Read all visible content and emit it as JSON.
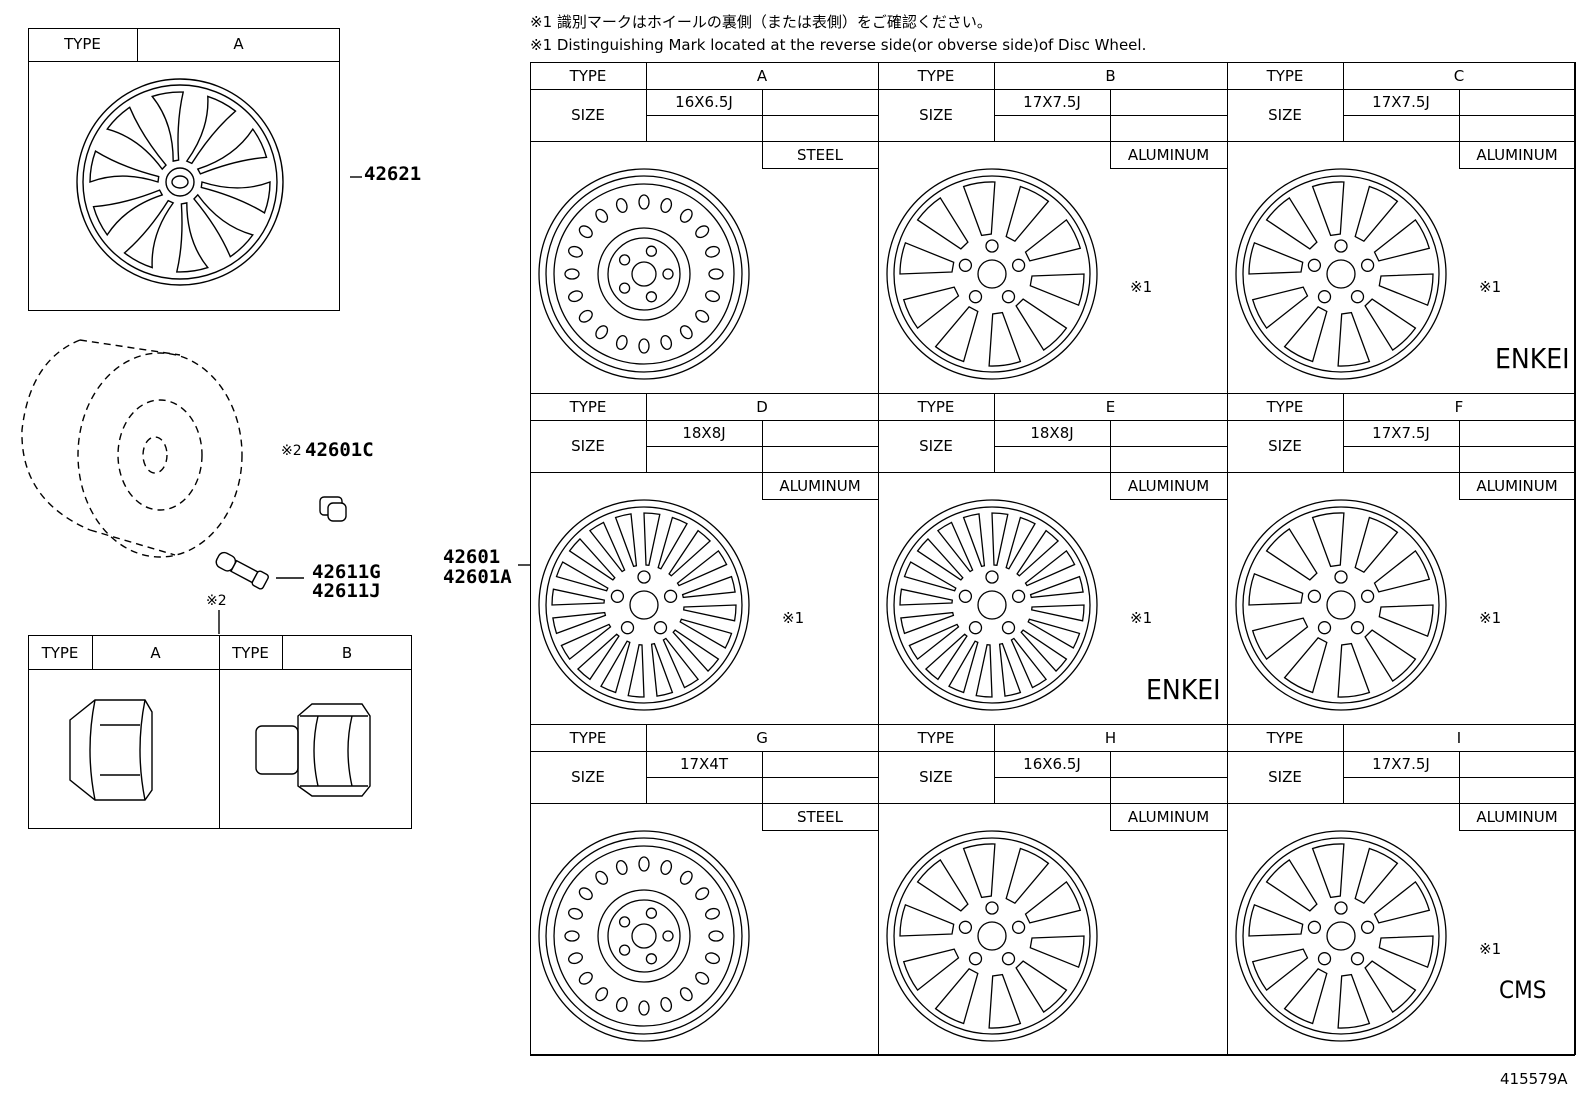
{
  "notes": {
    "note1_jp": "※1 識別マークはホイールの裏側（または表側）をご確認ください。",
    "note1_en": "※1 Distinguishing Mark located at the reverse side(or obverse side)of Disc Wheel."
  },
  "labels": {
    "type": "TYPE",
    "size": "SIZE",
    "note1": "※1",
    "note2": "※2"
  },
  "cap": {
    "type_value": "A",
    "part": "42621"
  },
  "parts": {
    "valve_cap": "42601C",
    "valve_cap_note": "※2",
    "valve_g": "42611G",
    "valve_j": "42611J",
    "wheel_a": "42601",
    "wheel_b": "42601A",
    "nut_note": "※2"
  },
  "nuts": [
    {
      "type": "A"
    },
    {
      "type": "B"
    }
  ],
  "wheels": [
    {
      "type": "A",
      "size": "16X6.5J",
      "material": "STEEL",
      "mark": ""
    },
    {
      "type": "B",
      "size": "17X7.5J",
      "material": "ALUMINUM",
      "mark": "※1"
    },
    {
      "type": "C",
      "size": "17X7.5J",
      "material": "ALUMINUM",
      "mark": "※1",
      "brand": "ENKEI"
    },
    {
      "type": "D",
      "size": "18X8J",
      "material": "ALUMINUM",
      "mark": "※1"
    },
    {
      "type": "E",
      "size": "18X8J",
      "material": "ALUMINUM",
      "mark": "※1",
      "brand": "ENKEI"
    },
    {
      "type": "F",
      "size": "17X7.5J",
      "material": "ALUMINUM",
      "mark": "※1"
    },
    {
      "type": "G",
      "size": "17X4T",
      "material": "STEEL",
      "mark": ""
    },
    {
      "type": "H",
      "size": "16X6.5J",
      "material": "ALUMINUM",
      "mark": ""
    },
    {
      "type": "I",
      "size": "17X7.5J",
      "material": "ALUMINUM",
      "mark": "※1",
      "brand": "CMS"
    }
  ],
  "figure_id": "415579A"
}
